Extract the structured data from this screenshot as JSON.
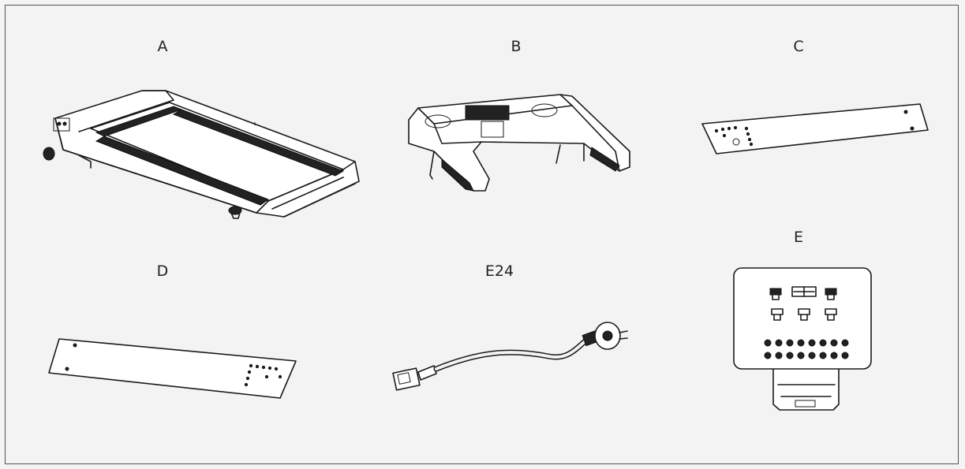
{
  "parts": [
    {
      "id": "A",
      "label": "A",
      "icon": "treadmill-deck"
    },
    {
      "id": "B",
      "label": "B",
      "icon": "console-handlebar"
    },
    {
      "id": "C",
      "label": "C",
      "icon": "side-plate"
    },
    {
      "id": "D",
      "label": "D",
      "icon": "side-plate"
    },
    {
      "id": "E24",
      "label": "E24",
      "icon": "power-cord"
    },
    {
      "id": "E",
      "label": "E",
      "icon": "control-panel"
    }
  ]
}
